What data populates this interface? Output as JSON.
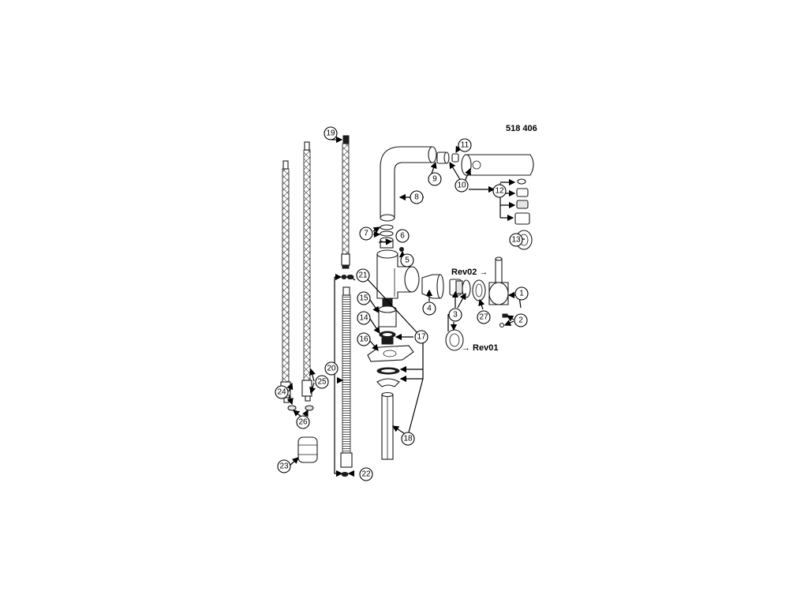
{
  "drawing": {
    "number": "518 406",
    "rev_top": "Rev02 →",
    "rev_bottom": "→ Rev01"
  },
  "callouts": [
    "1",
    "2",
    "3",
    "4",
    "5",
    "6",
    "7",
    "8",
    "9",
    "10",
    "11",
    "12",
    "13",
    "14",
    "15",
    "16",
    "17",
    "18",
    "19",
    "20",
    "21",
    "22",
    "23",
    "24",
    "25",
    "26",
    "27"
  ]
}
